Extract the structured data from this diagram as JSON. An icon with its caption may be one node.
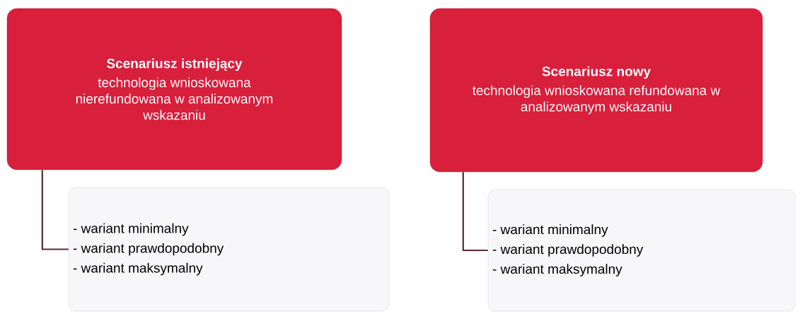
{
  "diagram": {
    "nodes": [
      {
        "text": [
          "Scenariusz istniejący",
          "technologia wnioskowana nierefundowana w analizowanym wskazaniu"
        ]
      },
      {
        "text": [
          "- wariant minimalny",
          "- wariant prawdopodobny",
          "- wariant maksymalny"
        ]
      },
      {
        "text": [
          "Scenariusz nowy",
          "technologia wnioskowana refundowana w analizowanym wskazaniu"
        ]
      },
      {
        "text": [
          "- wariant minimalny",
          "- wariant prawdopodobny",
          "- wariant maksymalny"
        ]
      }
    ],
    "edges": [
      {
        "from": 0,
        "to": 1,
        "arrow": "none"
      },
      {
        "from": 2,
        "to": 3,
        "arrow": "none"
      }
    ]
  }
}
